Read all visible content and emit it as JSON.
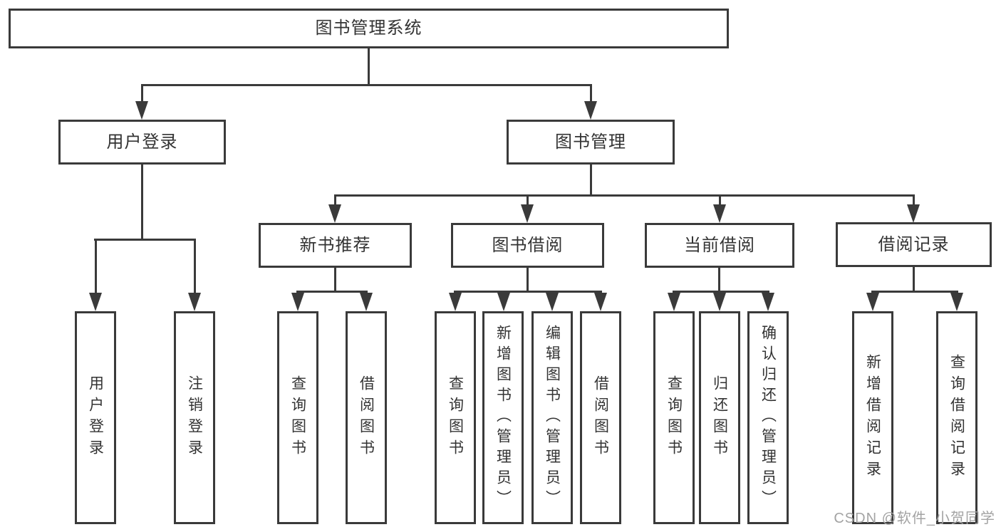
{
  "diagram": {
    "title_node": "图书管理系统",
    "level2": [
      "用户登录",
      "图书管理"
    ],
    "level3": [
      "新书推荐",
      "图书借阅",
      "当前借阅",
      "借阅记录"
    ],
    "leaves_user_login": [
      "用户登录",
      "注销登录"
    ],
    "leaves_new_book": [
      "查询图书",
      "借阅图书"
    ],
    "leaves_book_borrow": [
      "查询图书",
      "新增图书（管理员）",
      "编辑图书（管理员）",
      "借阅图书"
    ],
    "leaves_current_borrow": [
      "查询图书",
      "归还图书",
      "确认归还（管理员）"
    ],
    "leaves_borrow_record": [
      "新增借阅记录",
      "查询借阅记录"
    ]
  },
  "colors": {
    "line": "#3a3a3a",
    "text": "#333333",
    "watermark": "#a3a3a3",
    "background": "#ffffff"
  },
  "watermark": {
    "text": "CSDN @软件_小贺同学"
  }
}
